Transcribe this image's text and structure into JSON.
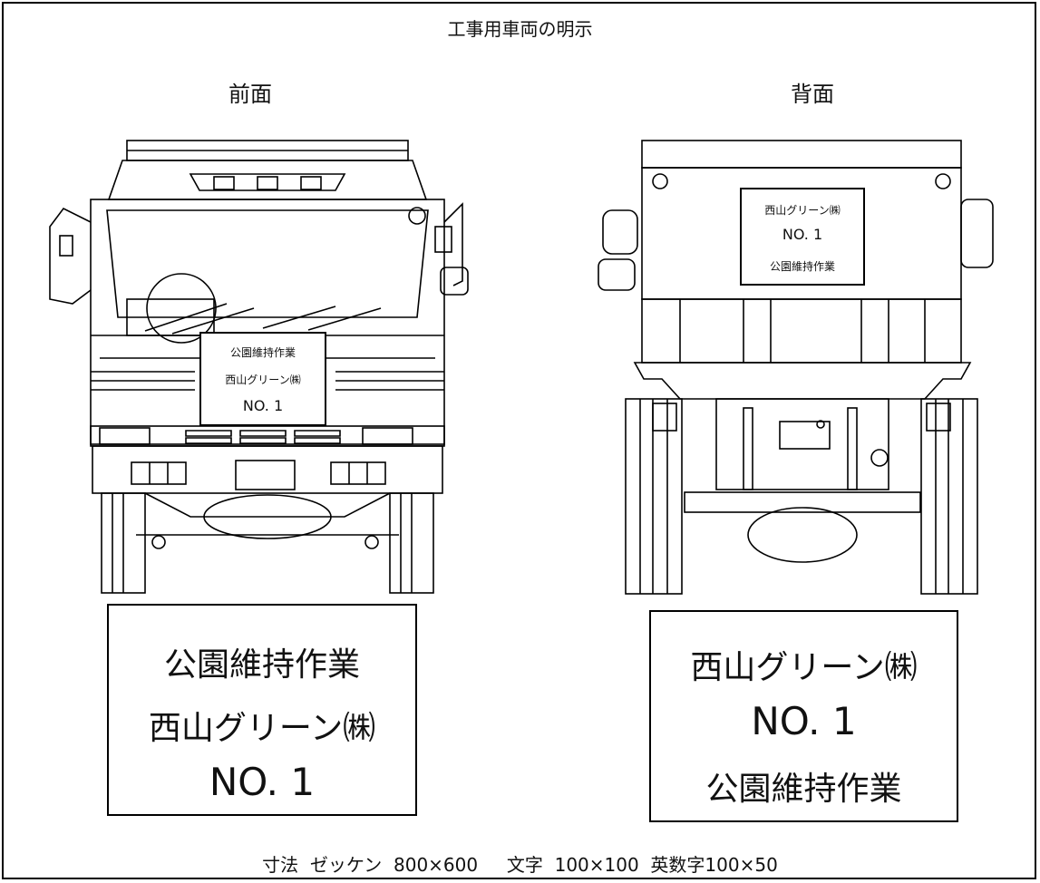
{
  "title": "工事用車両の明示",
  "views": {
    "front": {
      "label": "前面",
      "plate_lines": [
        "公園維持作業",
        "西山グリーン㈱",
        "NO. 1"
      ]
    },
    "back": {
      "label": "背面",
      "plate_lines": [
        "西山グリーン㈱",
        "NO. 1",
        "公園維持作業"
      ]
    }
  },
  "footer": "寸法  ゼッケン  800×600     文字  100×100  英数字100×50"
}
